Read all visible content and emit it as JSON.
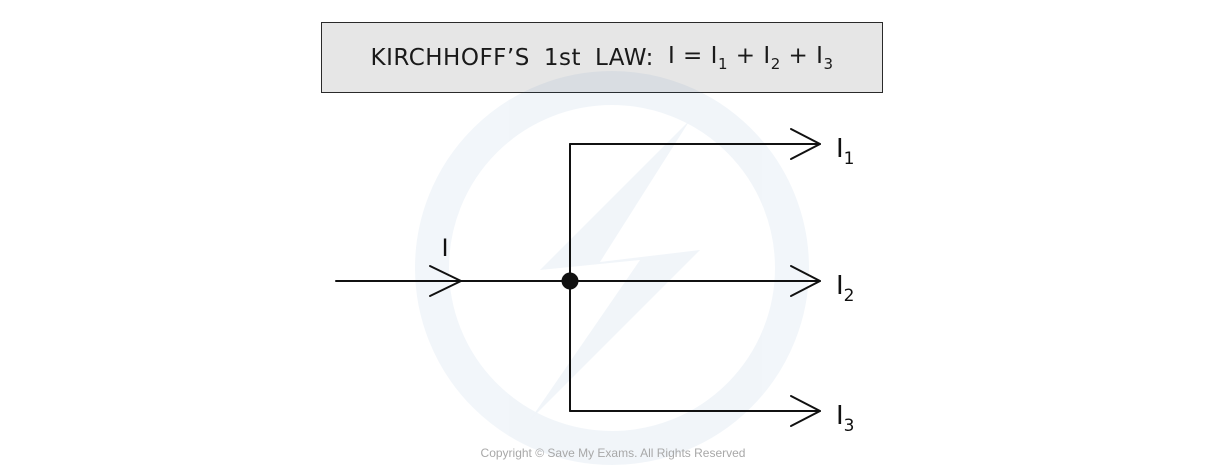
{
  "title": {
    "law_name": "KIRCHHOFF’S",
    "ordinal": "1st",
    "law_word": "LAW:",
    "eq_lhs": "I",
    "eq_equals": "=",
    "term1_base": "I",
    "term1_sub": "1",
    "plus1": "+",
    "term2_base": "I",
    "term2_sub": "2",
    "plus2": "+",
    "term3_base": "I",
    "term3_sub": "3"
  },
  "circuit": {
    "incoming_label": "I",
    "branch1_base": "I",
    "branch1_sub": "1",
    "branch2_base": "I",
    "branch2_sub": "2",
    "branch3_base": "I",
    "branch3_sub": "3"
  },
  "watermark": {
    "icon": "lightning-bolt-logo-watermark"
  },
  "copyright": "Copyright © Save My Exams. All Rights Reserved"
}
